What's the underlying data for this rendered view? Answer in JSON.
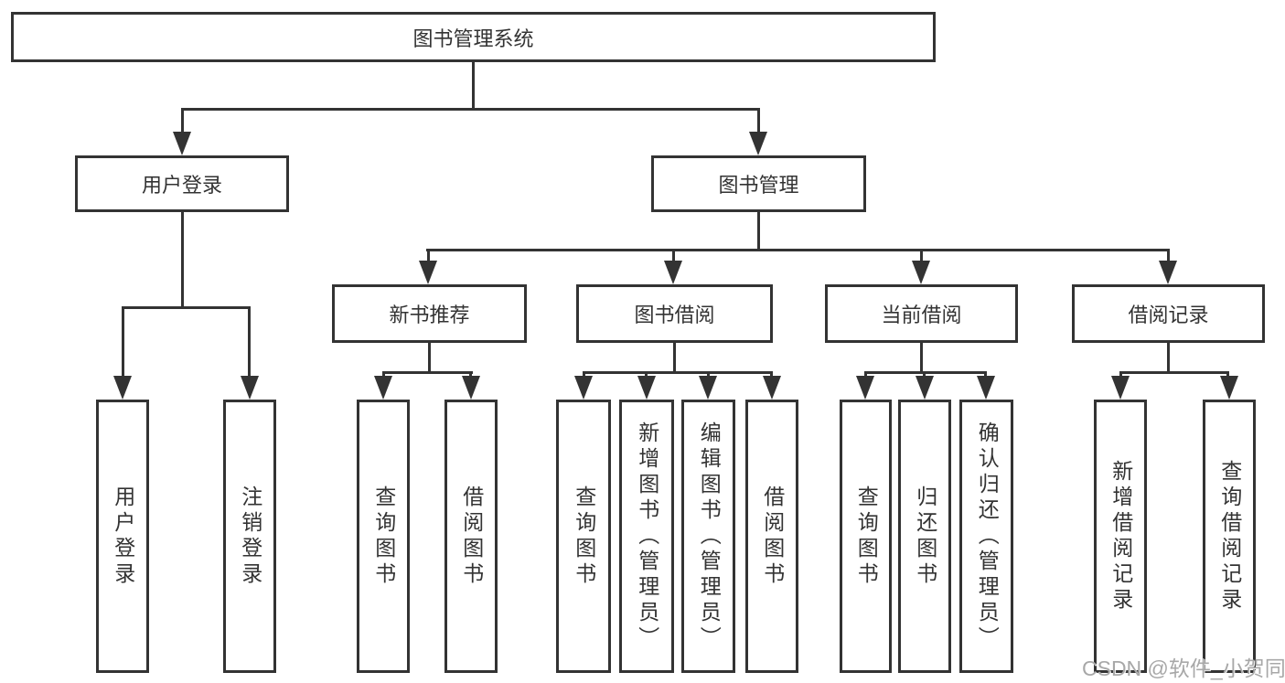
{
  "nodes": {
    "root": "图书管理系统",
    "user_login": "用户登录",
    "book_management": "图书管理",
    "new_book_recommend": "新书推荐",
    "book_borrow": "图书借阅",
    "current_borrow": "当前借阅",
    "borrow_records": "借阅记录"
  },
  "leaves": {
    "user_login": [
      "用户登录",
      "注销登录"
    ],
    "new_book_recommend": [
      "查询图书",
      "借阅图书"
    ],
    "book_borrow": [
      "查询图书",
      "新增图书（管理员）",
      "编辑图书（管理员）",
      "借阅图书"
    ],
    "current_borrow": [
      "查询图书",
      "归还图书",
      "确认归还（管理员）"
    ],
    "borrow_records": [
      "新增借阅记录",
      "查询借阅记录"
    ]
  },
  "watermark": {
    "text": "CSDN @软件_小贺同学"
  },
  "colors": {
    "line": "#333333",
    "text": "#333333",
    "background": "#ffffff",
    "watermark": "#a8a8a8"
  }
}
